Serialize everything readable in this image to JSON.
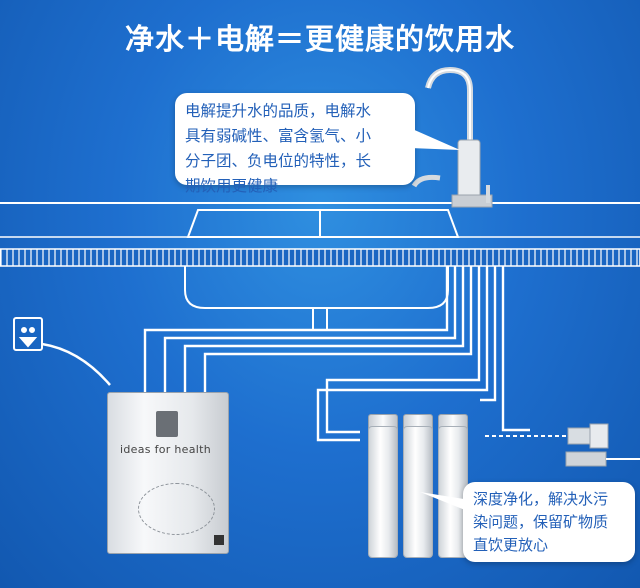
{
  "title": "净水＋电解＝更健康的饮用水",
  "bubble_top": {
    "lines": [
      "电解提升水的品质，电解水",
      "具有弱碱性、富含氢气、小",
      "分子团、负电位的特性，长",
      "期饮用更健康"
    ]
  },
  "bubble_bottom": {
    "lines": [
      "深度净化，解决水污",
      "染问题，保留矿物质",
      "直饮更放心"
    ]
  },
  "device": {
    "brand_text": "ideas for health"
  },
  "colors": {
    "background": "#1e6fcf",
    "accent_text": "#2360b8"
  }
}
